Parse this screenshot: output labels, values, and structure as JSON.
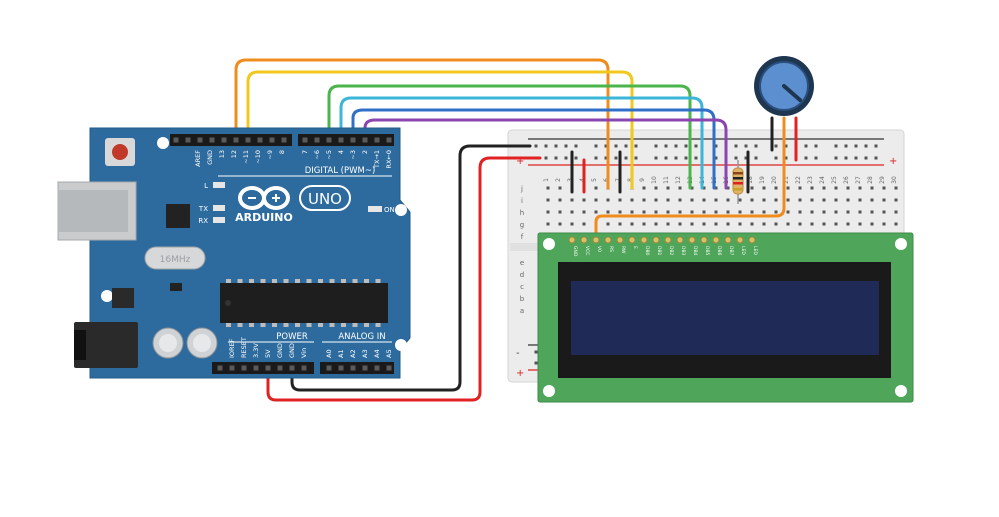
{
  "arduino": {
    "brand": "ARDUINO",
    "model": "UNO",
    "digital_header_label": "DIGITAL (PWM~)",
    "power_header_label": "POWER",
    "analog_header_label": "ANALOG IN",
    "on_label": "ON",
    "led_labels": [
      "L",
      "TX",
      "RX"
    ],
    "crystal_label": "16MHz",
    "digital_pins_left": [
      "AREF",
      "GND",
      "13",
      "12",
      "~11",
      "~10",
      "~9",
      "8"
    ],
    "digital_pins_right": [
      "7",
      "~6",
      "~5",
      "4",
      "~3",
      "2",
      "TX→1",
      "RX←0"
    ],
    "power_pins": [
      "IOREF",
      "RESET",
      "3.3V",
      "5V",
      "GND",
      "GND",
      "Vin"
    ],
    "analog_pins": [
      "A0",
      "A1",
      "A2",
      "A3",
      "A4",
      "A5"
    ]
  },
  "breadboard": {
    "column_numbers": [
      "1",
      "2",
      "3",
      "4",
      "5",
      "6",
      "7",
      "8",
      "9",
      "10",
      "11",
      "12",
      "13",
      "14",
      "15",
      "16",
      "17",
      "18",
      "19",
      "20",
      "21",
      "22",
      "23",
      "24",
      "25",
      "26",
      "27",
      "28",
      "29",
      "30"
    ],
    "row_letters_top": [
      "j",
      "i",
      "h",
      "g",
      "f"
    ],
    "row_letters_bottom": [
      "e",
      "d",
      "c",
      "b",
      "a"
    ],
    "rail_plus": "+",
    "rail_minus": "-"
  },
  "lcd": {
    "pin_labels": [
      "GND",
      "VCC",
      "V0",
      "RS",
      "RW",
      "E",
      "DB0",
      "DB1",
      "DB2",
      "DB3",
      "DB4",
      "DB5",
      "DB6",
      "DB7",
      "LED",
      "LED"
    ]
  },
  "colors": {
    "board_blue": "#2d6b9e",
    "wire_orange": "#f08c1e",
    "wire_yellow": "#f2c81c",
    "wire_green": "#49b54a",
    "wire_cyan": "#3bb6d9",
    "wire_blue": "#2f6fc8",
    "wire_purple": "#8a45b0",
    "wire_black": "#222222",
    "wire_red": "#e02222",
    "lcd_pcb": "#4fa65a",
    "lcd_screen": "#1f2a56"
  }
}
